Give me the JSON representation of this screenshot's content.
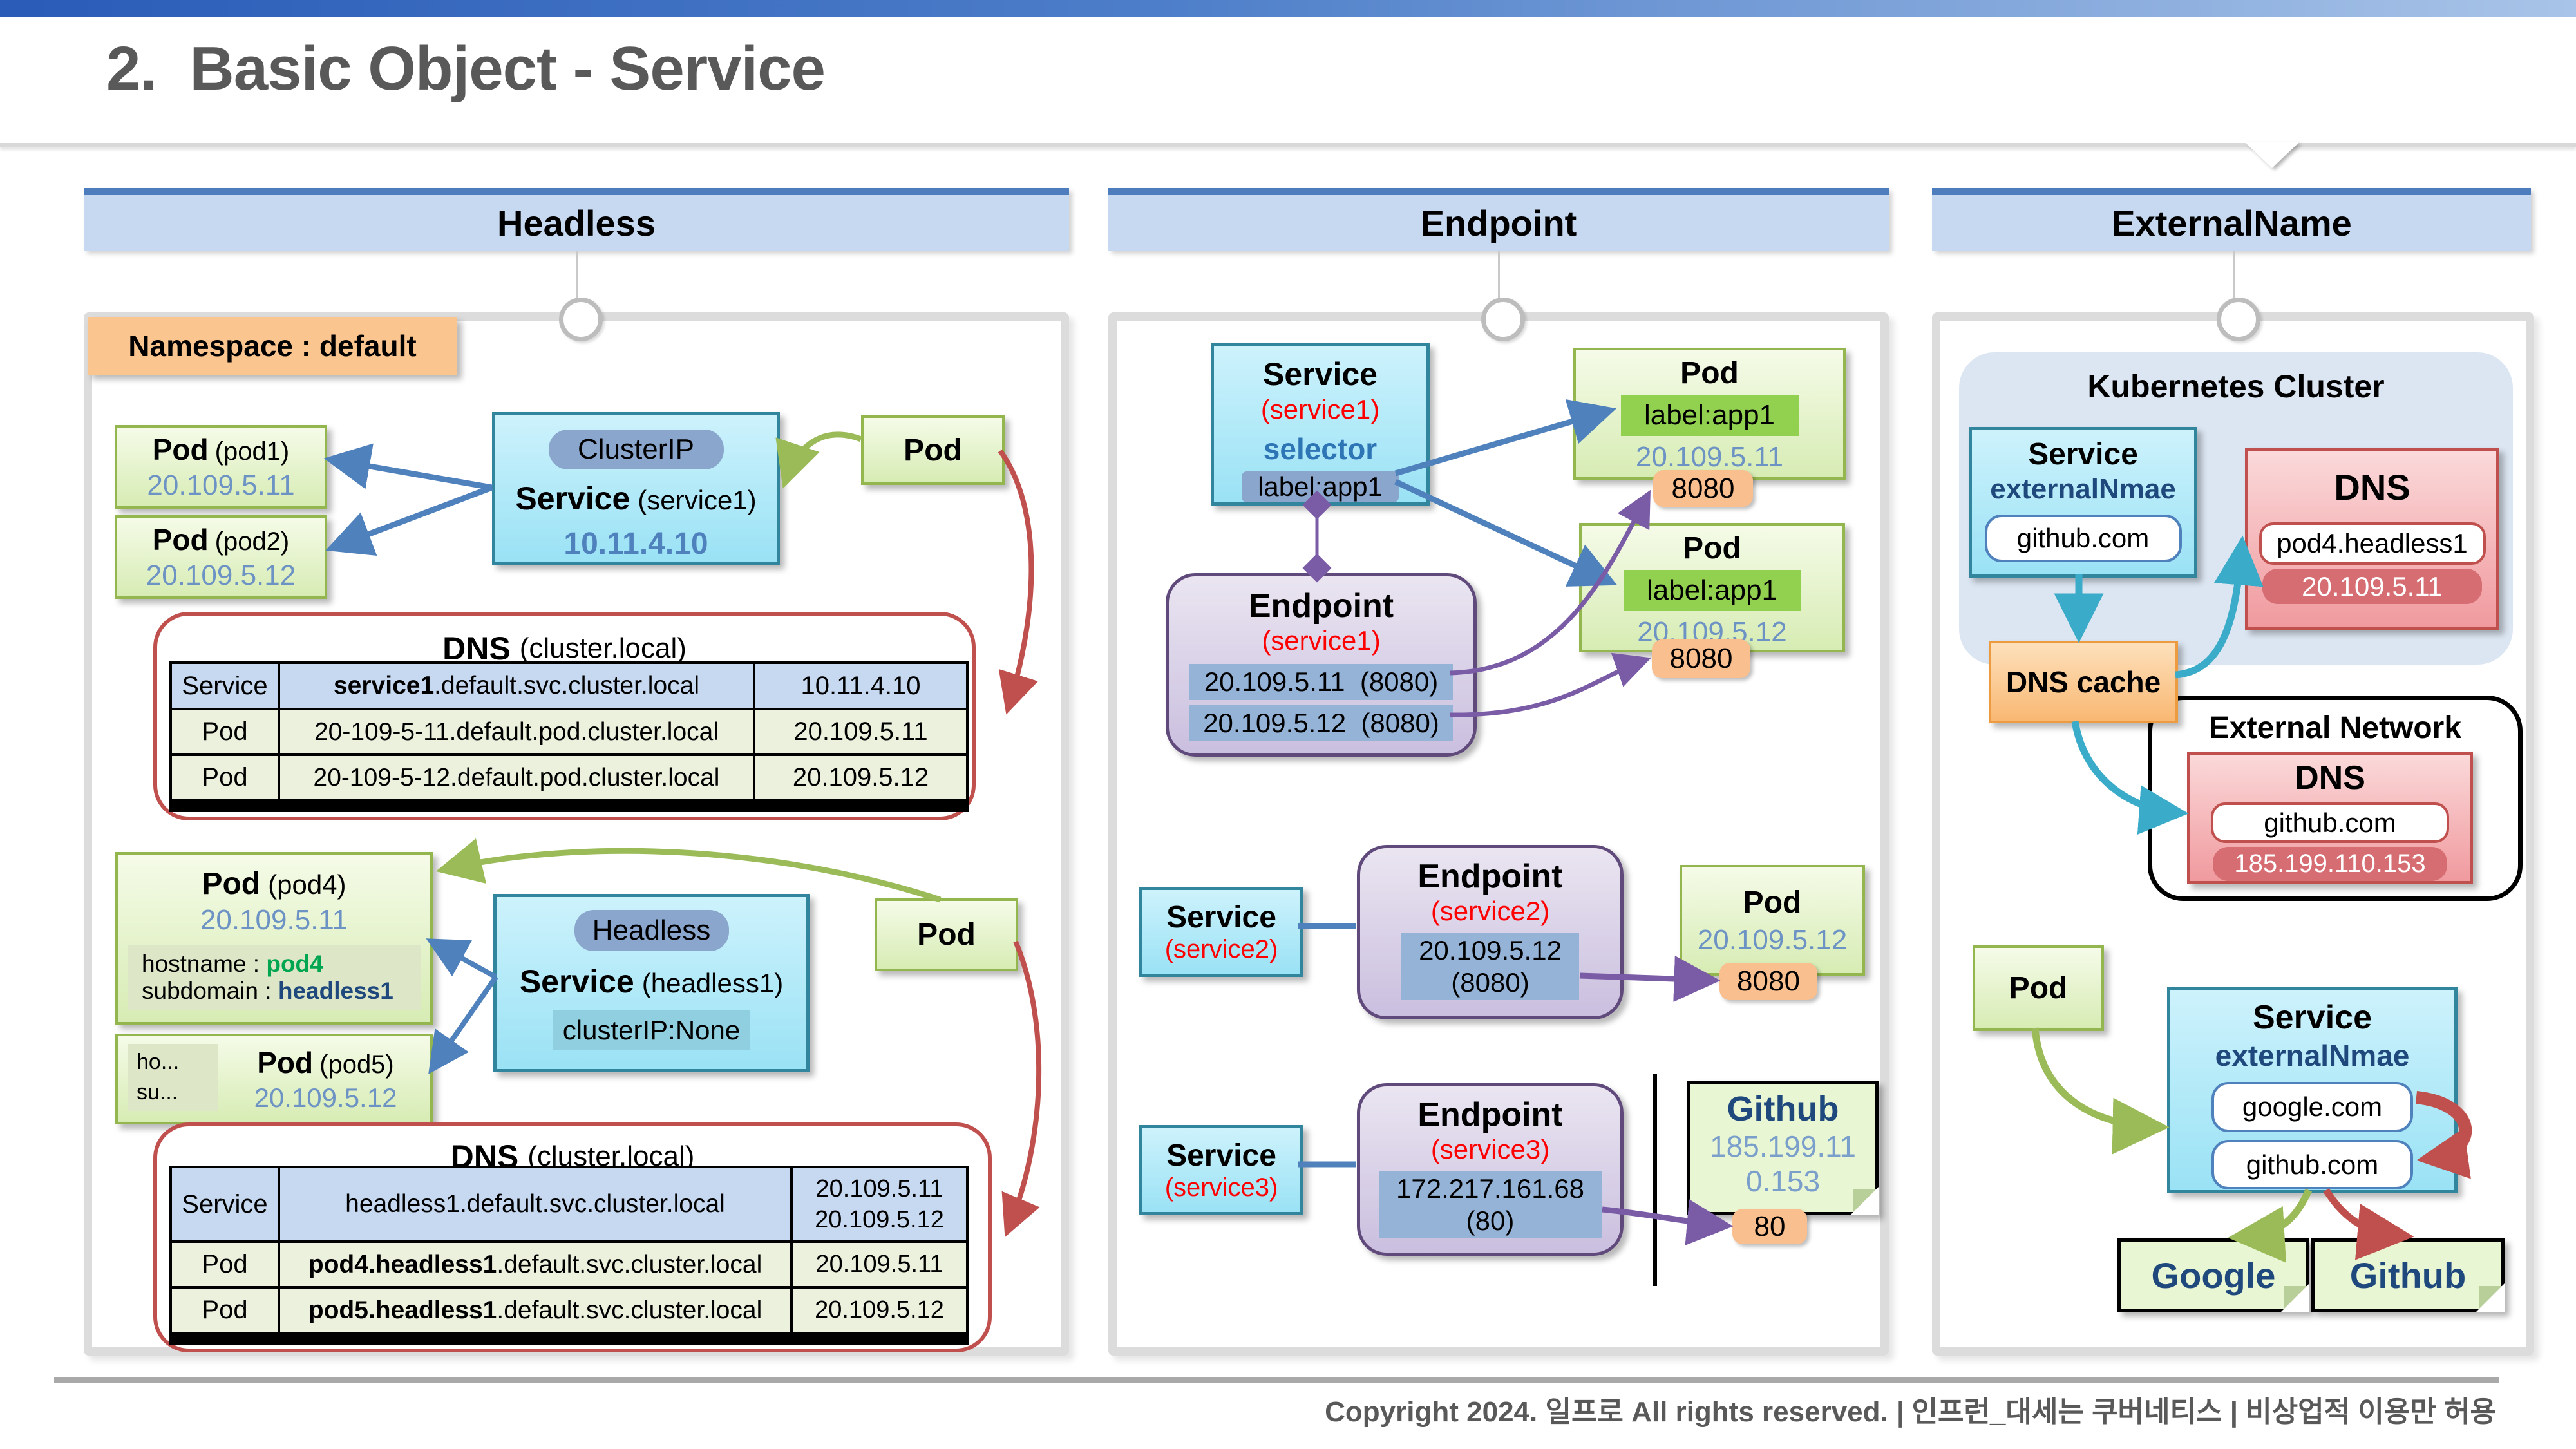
{
  "page": {
    "title": "2.  Basic Object - Service",
    "footer": "Copyright 2024. 일프로 All rights reserved. | 인프런_대세는 쿠버네티스 | 비상업적 이용만 허용"
  },
  "colors": {
    "accent_blue": "#4f81bd",
    "green": "#9bbb59",
    "red": "#c0504d",
    "purple": "#7a5ba6",
    "teal": "#3aabc8",
    "orange": "#fabf8f"
  },
  "headless": {
    "header": "Headless",
    "namespace": "Namespace : default",
    "pod1_name": "Pod",
    "pod1_id": "(pod1)",
    "pod1_ip": "20.109.5.11",
    "pod2_name": "Pod",
    "pod2_id": "(pod2)",
    "pod2_ip": "20.109.5.12",
    "svc1_badge": "ClusterIP",
    "svc1_name": "Service",
    "svc1_id": "(service1)",
    "svc1_ip": "10.11.4.10",
    "pod_top": "Pod",
    "dns1_title": "DNS",
    "dns1_sub": "(cluster.local)",
    "dns1_r1_type": "Service",
    "dns1_r1_bold": "service1",
    "dns1_r1_rest": ".default.svc.cluster.local",
    "dns1_r1_ip": "10.11.4.10",
    "dns1_r2_type": "Pod",
    "dns1_r2_domain": "20-109-5-11.default.pod.cluster.local",
    "dns1_r2_ip": "20.109.5.11",
    "dns1_r3_type": "Pod",
    "dns1_r3_domain": "20-109-5-12.default.pod.cluster.local",
    "dns1_r3_ip": "20.109.5.12",
    "pod4_name": "Pod",
    "pod4_id": "(pod4)",
    "pod4_ip": "20.109.5.11",
    "pod4_host_label": "hostname : ",
    "pod4_host": "pod4",
    "pod4_sub_label": "subdomain : ",
    "pod4_sub": "headless1",
    "pod5_trunc1": "ho...",
    "pod5_trunc2": "su...",
    "pod5_name": "Pod",
    "pod5_id": "(pod5)",
    "pod5_ip": "20.109.5.12",
    "hsvc_badge": "Headless",
    "hsvc_name": "Service",
    "hsvc_id": "(headless1)",
    "hsvc_clusterip": "clusterIP:None",
    "pod_bottom": "Pod",
    "dns2_title": "DNS",
    "dns2_sub": "(cluster.local)",
    "dns2_r1_type": "Service",
    "dns2_r1_domain": "headless1.default.svc.cluster.local",
    "dns2_r1_ip1": "20.109.5.11",
    "dns2_r1_ip2": "20.109.5.12",
    "dns2_r2_type": "Pod",
    "dns2_r2_bold": "pod4.headless1",
    "dns2_r2_rest": ".default.svc.cluster.local",
    "dns2_r2_ip": "20.109.5.11",
    "dns2_r3_type": "Pod",
    "dns2_r3_bold": "pod5.headless1",
    "dns2_r3_rest": ".default.svc.cluster.local",
    "dns2_r3_ip": "20.109.5.12"
  },
  "endpoint": {
    "header": "Endpoint",
    "svc1_name": "Service",
    "svc1_id": "(service1)",
    "svc1_selector": "selector",
    "svc1_label": "label:app1",
    "poda_name": "Pod",
    "poda_label": "label:app1",
    "poda_ip": "20.109.5.11",
    "poda_port": "8080",
    "podb_name": "Pod",
    "podb_label": "label:app1",
    "podb_ip": "20.109.5.12",
    "podb_port": "8080",
    "ep1_name": "Endpoint",
    "ep1_id": "(service1)",
    "ep1_row1": "20.109.5.11  (8080)",
    "ep1_row2": "20.109.5.12  (8080)",
    "svc2_name": "Service",
    "svc2_id": "(service2)",
    "ep2_name": "Endpoint",
    "ep2_id": "(service2)",
    "ep2_ip": "20.109.5.12",
    "ep2_port": "(8080)",
    "podc_name": "Pod",
    "podc_ip": "20.109.5.12",
    "podc_port": "8080",
    "svc3_name": "Service",
    "svc3_id": "(service3)",
    "ep3_name": "Endpoint",
    "ep3_id": "(service3)",
    "ep3_ip": "172.217.161.68",
    "ep3_port": "(80)",
    "gh_name": "Github",
    "gh_ip1": "185.199.11",
    "gh_ip2": "0.153",
    "gh_port": "80"
  },
  "external": {
    "header": "ExternalName",
    "cluster": "Kubernetes Cluster",
    "svct_name": "Service",
    "svct_type": "externalNmae",
    "svct_domain": "github.com",
    "dnst_name": "DNS",
    "dnst_record": "pod4.headless1",
    "dnst_ip": "20.109.5.11",
    "cache": "DNS cache",
    "extnet": "External Network",
    "dnse_name": "DNS",
    "dnse_record": "github.com",
    "dnse_ip": "185.199.110.153",
    "pod": "Pod",
    "svcb_name": "Service",
    "svcb_type": "externalNmae",
    "svcb_domain1": "google.com",
    "svcb_domain2": "github.com",
    "google": "Google",
    "github": "Github"
  }
}
